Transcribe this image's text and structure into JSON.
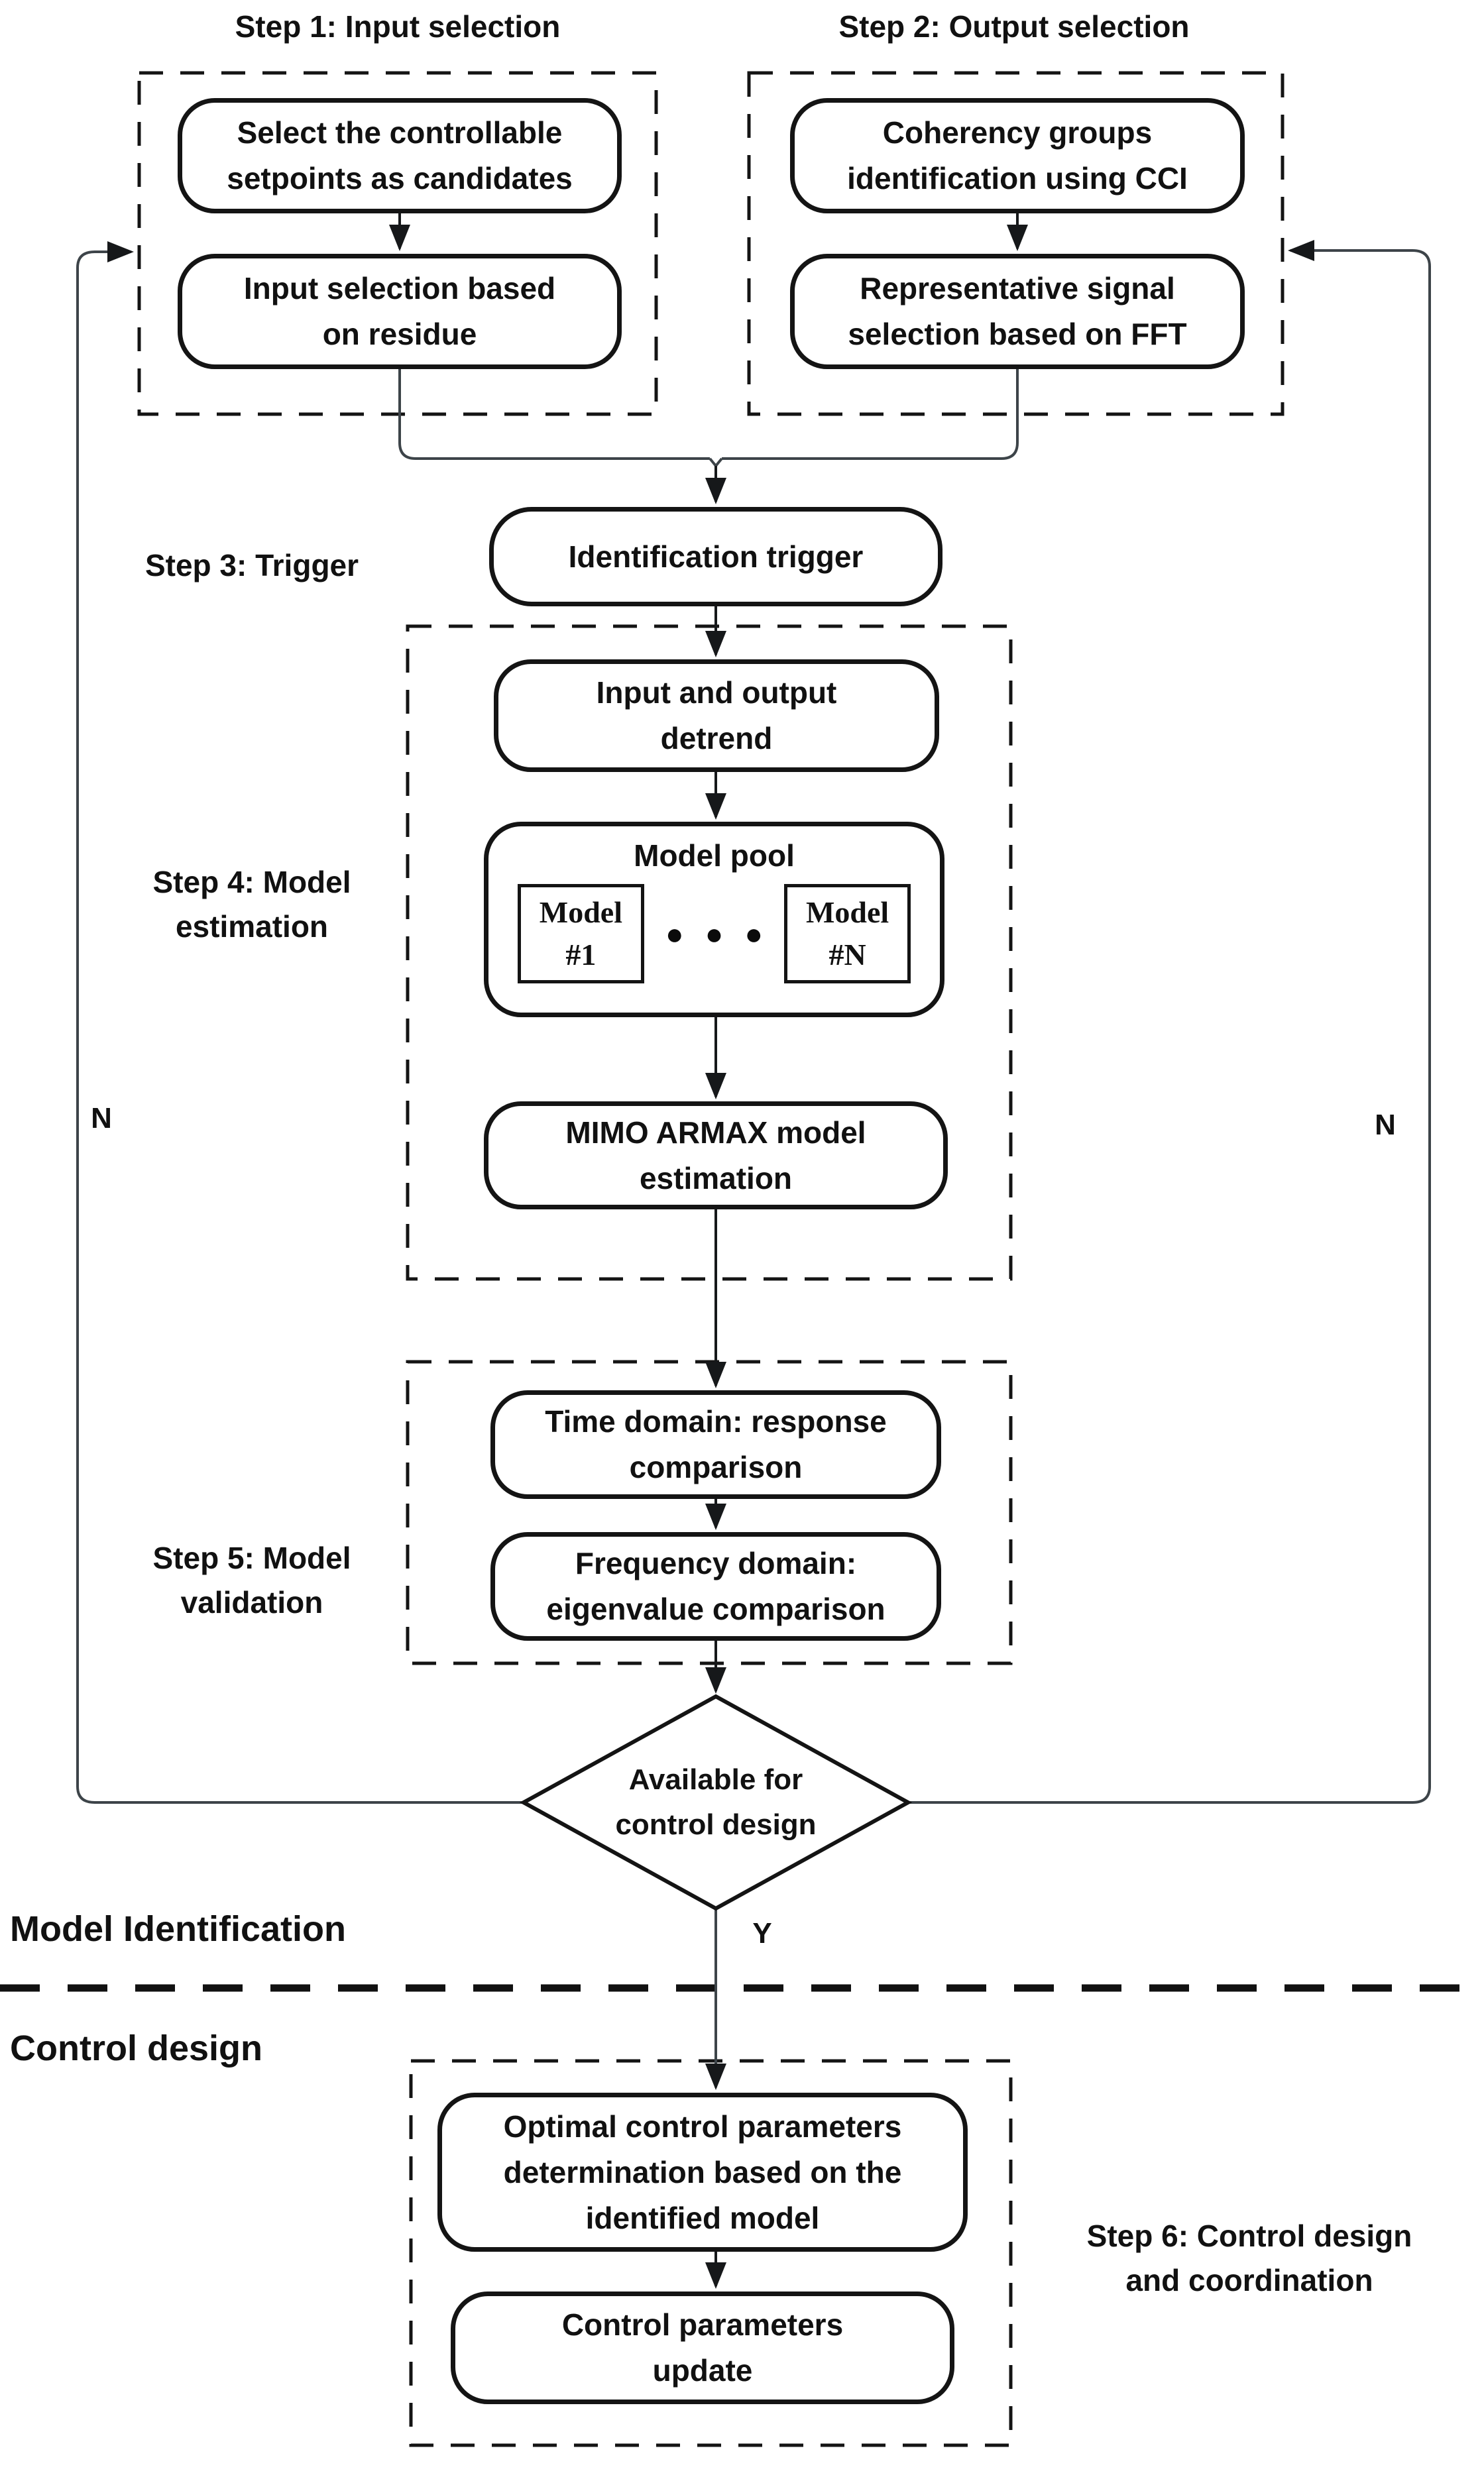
{
  "colors": {
    "line": "#3d4449",
    "border": "#141414",
    "text": "#111111",
    "background": "#ffffff"
  },
  "sections": {
    "model_identification_label": "Model Identification",
    "control_design_label": "Control design"
  },
  "step1": {
    "title": "Step 1: Input selection",
    "select_candidates_box": [
      "Select the controllable",
      "setpoints as candidates"
    ],
    "input_selection_box": [
      "Input selection based",
      "on residue"
    ]
  },
  "step2": {
    "title": "Step 2: Output selection",
    "coherency_box": [
      "Coherency groups",
      "identification using CCI"
    ],
    "representative_box": [
      "Representative signal",
      "selection based on FFT"
    ]
  },
  "step3": {
    "label": "Step 3: Trigger",
    "trigger_box": "Identification trigger"
  },
  "step4": {
    "label": [
      "Step 4: Model",
      "estimation"
    ],
    "detrend_box": [
      "Input and output",
      "detrend"
    ],
    "model_pool": {
      "title": "Model pool",
      "model_first": [
        "Model",
        "#1"
      ],
      "dots": "●●●",
      "model_last": [
        "Model",
        "#N"
      ]
    },
    "mimo_box": [
      "MIMO ARMAX model",
      "estimation"
    ]
  },
  "step5": {
    "label": [
      "Step 5: Model",
      "validation"
    ],
    "time_box": [
      "Time domain: response",
      "comparison"
    ],
    "freq_box": [
      "Frequency domain:",
      "eigenvalue comparison"
    ]
  },
  "decision": {
    "text": [
      "Available for",
      "control design"
    ],
    "yes_label": "Y",
    "no_label_left": "N",
    "no_label_right": "N"
  },
  "step6": {
    "label": [
      "Step 6: Control design",
      "and coordination"
    ],
    "optimal_box": [
      "Optimal control parameters",
      "determination based on the",
      "identified model"
    ],
    "update_box": [
      "Control parameters",
      "update"
    ]
  }
}
